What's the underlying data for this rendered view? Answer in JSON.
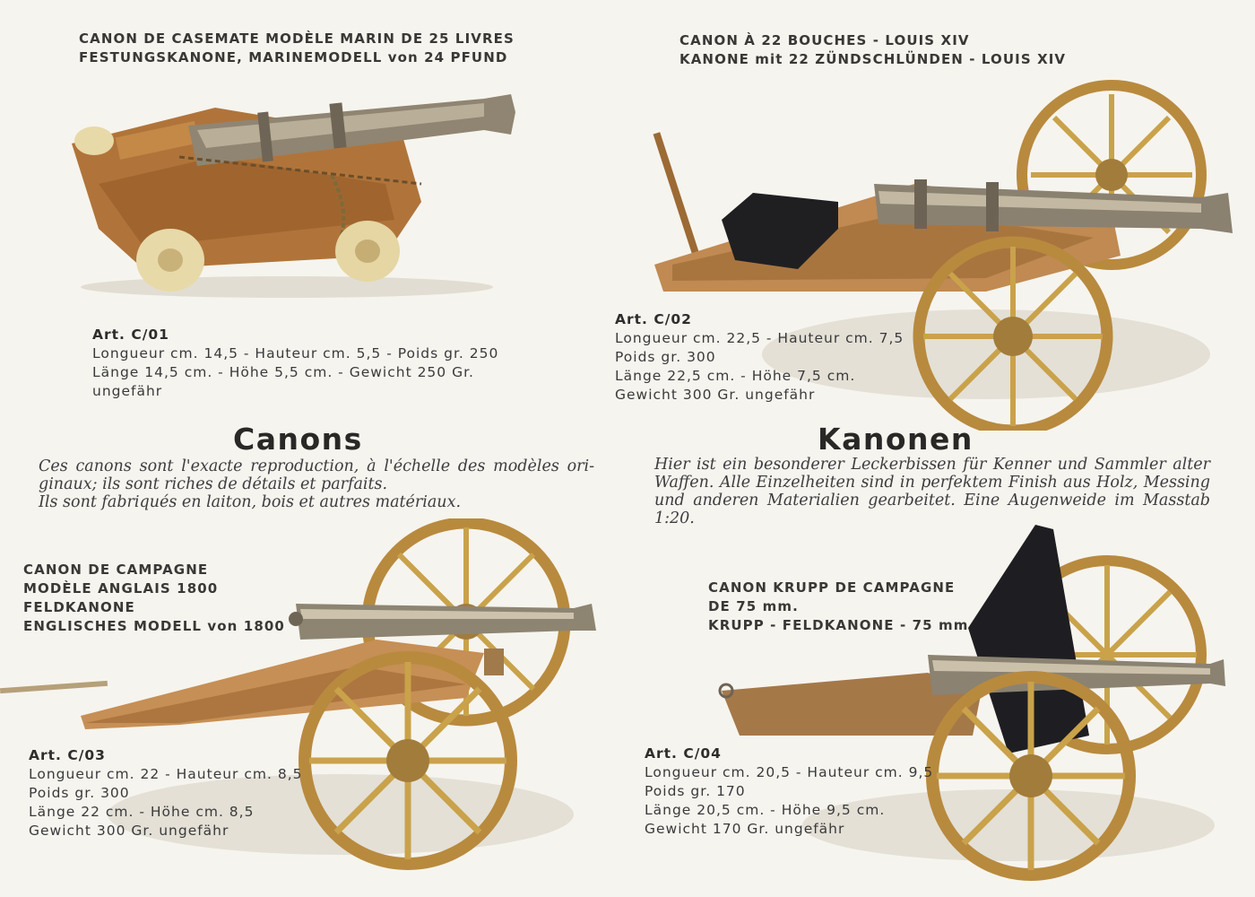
{
  "products": [
    {
      "id": "c01",
      "title_fr": "CANON DE CASEMATE MODÈLE MARIN DE 25 LIVRES",
      "title_de": "FESTUNGSKANONE, MARINEMODELL von 24 PFUND",
      "art": "Art. C/01",
      "spec_lines": [
        "Longueur cm. 14,5 - Hauteur cm. 5,5 - Poids gr. 250",
        "Länge 14,5 cm. - Höhe 5,5 cm. - Gewicht 250 Gr.",
        "ungefähr"
      ]
    },
    {
      "id": "c02",
      "title_fr": "CANON À 22 BOUCHES - LOUIS XIV",
      "title_de": "KANONE mit 22 ZÜNDSCHLÜNDEN - LOUIS XIV",
      "art": "Art. C/02",
      "spec_lines": [
        "Longueur cm. 22,5 - Hauteur cm. 7,5",
        "Poids gr. 300",
        "Länge 22,5 cm. - Höhe 7,5 cm.",
        "Gewicht 300 Gr. ungefähr"
      ]
    },
    {
      "id": "c03",
      "title_lines": [
        "CANON DE CAMPAGNE",
        "MODÈLE ANGLAIS 1800",
        "FELDKANONE",
        "ENGLISCHES MODELL von 1800"
      ],
      "art": "Art. C/03",
      "spec_lines": [
        "Longueur cm. 22 - Hauteur cm. 8,5",
        "Poids gr. 300",
        "Länge 22 cm. - Höhe cm. 8,5",
        "Gewicht 300 Gr. ungefähr"
      ]
    },
    {
      "id": "c04",
      "title_lines": [
        "CANON KRUPP DE CAMPAGNE",
        "DE 75 mm.",
        "KRUPP - FELDKANONE - 75 mm."
      ],
      "art": "Art. C/04",
      "spec_lines": [
        "Longueur cm. 20,5 - Hauteur cm. 9,5",
        "Poids gr. 170",
        "Länge 20,5 cm. - Höhe 9,5 cm.",
        "Gewicht 170 Gr. ungefähr"
      ]
    }
  ],
  "headings": {
    "fr": "Canons",
    "de": "Kanonen"
  },
  "intro": {
    "fr": [
      "Ces canons sont l'exacte reproduction, à l'échelle des modèles ori-",
      "ginaux; ils sont riches de détails et parfaits.",
      "Ils sont fabriqués en laiton, bois et autres matériaux."
    ],
    "de": [
      "Hier ist ein besonderer Leckerbissen für Kenner und Sammler alter",
      "Waffen. Alle Einzelheiten sind in perfektem Finish aus Holz, Messing",
      "und anderen Materialien gearbeitet. Eine Augenweide im Masstab 1:20."
    ]
  },
  "colors": {
    "paper": "#f6f4ee",
    "wood": "#b07a3e",
    "brass": "#c9a24a",
    "barrel": "#8c8170",
    "black_shield": "#1e1e22"
  }
}
